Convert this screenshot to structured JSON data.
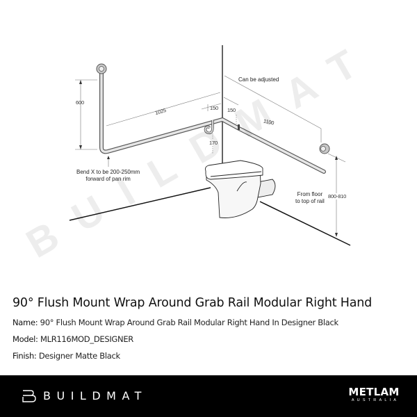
{
  "diagram": {
    "dimensions": {
      "vertical_rise": "600",
      "left_run": "1025",
      "corner_offset_left": "150",
      "corner_offset_right": "150",
      "right_run": "1100",
      "mid_bracket_drop": "170",
      "height_from_floor": "800-810"
    },
    "notes": {
      "adjustable": "Can be adjusted",
      "bend_line1": "Bend X to be 200-250mm",
      "bend_line2": "forward of pan rim",
      "floor_line1": "From floor",
      "floor_line2": "to top of rail"
    },
    "watermark": "BUILDMAT"
  },
  "product": {
    "title": "90° Flush Mount Wrap Around Grab Rail Modular Right Hand",
    "name_label": "Name:",
    "name_value": "90° Flush Mount Wrap Around Grab Rail Modular Right Hand In Designer Black",
    "model_label": "Model:",
    "model_value": "MLR116MOD_DESIGNER",
    "finish_label": "Finish:",
    "finish_value": "Designer Matte Black"
  },
  "footer": {
    "brand": "BUILDMAT",
    "partner_name": "METLAM",
    "partner_sub": "AUSTRALIA",
    "background": "#000000",
    "text_color": "#ffffff"
  }
}
